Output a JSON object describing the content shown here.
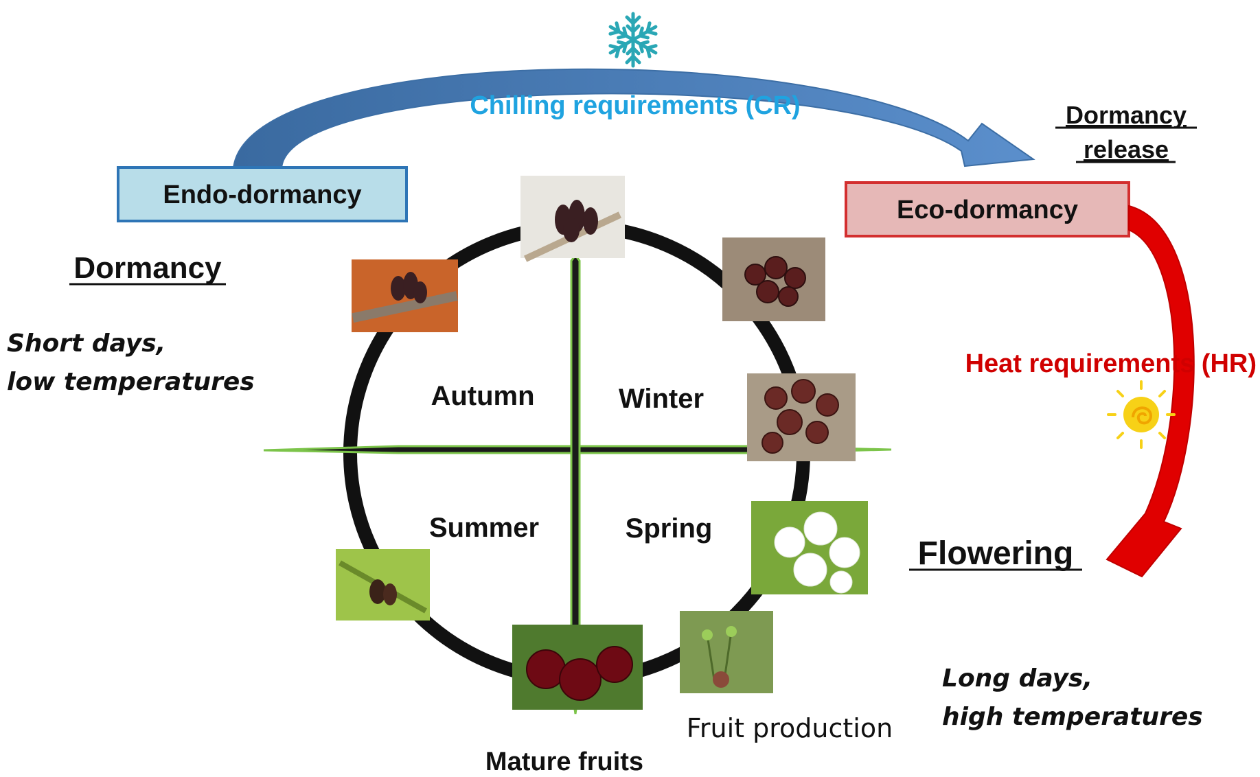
{
  "top_arrow": {
    "label": "Chilling requirements (CR)",
    "color": "#4f81bd",
    "label_color": "#1fa3e0",
    "icon": "snowflake-icon",
    "icon_color": "#2aa7b5"
  },
  "endo_box": {
    "label": "Endo-dormancy",
    "fill": "#b8dde9",
    "border": "#2e75b6"
  },
  "eco_box": {
    "label": "Eco-dormancy",
    "fill": "#e6b8b7",
    "border": "#d32f2f"
  },
  "dormancy_release": {
    "line1": "Dormancy",
    "line2": "release"
  },
  "dormancy": {
    "heading": "Dormancy",
    "line1": "Short days,",
    "line2": "low temperatures"
  },
  "right_arrow": {
    "label": "Heat requirements  (HR)",
    "color": "#e00000",
    "icon": "sun-icon",
    "icon_color": "#f7d117"
  },
  "flowering": {
    "heading": "Flowering",
    "line1": "Long days,",
    "line2": "high temperatures"
  },
  "seasons": [
    "Autumn",
    "Winter",
    "Summer",
    "Spring"
  ],
  "fruit_production": "Fruit production",
  "mature_fruits": "Mature fruits",
  "photos": [
    {
      "name": "photo-dormant-bud-top",
      "icon": "dormant-bud-icon"
    },
    {
      "name": "photo-dormant-bud-autumn",
      "icon": "dormant-bud-icon"
    },
    {
      "name": "photo-swelling-bud-winter",
      "icon": "swelling-bud-icon"
    },
    {
      "name": "photo-swelling-bud-late-winter",
      "icon": "swelling-bud-icon"
    },
    {
      "name": "photo-cherry-blossom",
      "icon": "flower-icon"
    },
    {
      "name": "photo-fruit-set",
      "icon": "fruit-set-icon"
    },
    {
      "name": "photo-mature-cherries",
      "icon": "cherry-icon"
    },
    {
      "name": "photo-summer-bud",
      "icon": "leaf-bud-icon"
    }
  ]
}
